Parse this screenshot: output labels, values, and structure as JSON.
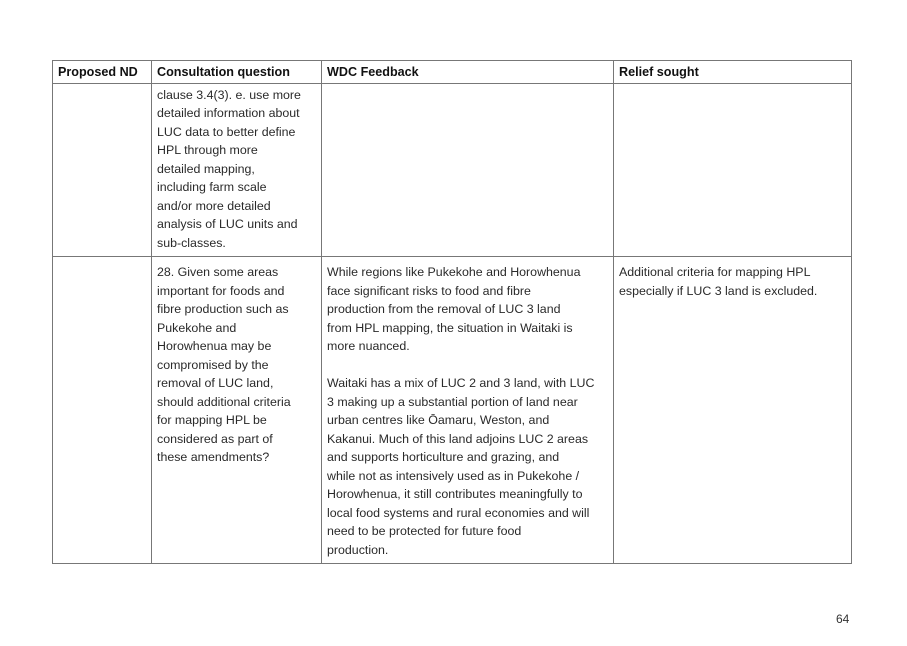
{
  "table": {
    "headers": [
      "Proposed ND",
      "Consultation question",
      "WDC Feedback",
      "Relief sought"
    ],
    "rows": [
      {
        "proposed_nd": "",
        "consultation_question": "clause 3.4(3). e. use more\ndetailed information about\nLUC data to better define\nHPL through more\ndetailed mapping,\nincluding farm scale\nand/or more detailed\nanalysis of LUC units and\nsub-classes.",
        "wdc_feedback": "",
        "relief_sought": ""
      },
      {
        "proposed_nd": "",
        "consultation_question": "28. Given some areas\nimportant for foods and\nfibre production such as\nPukekohe and\nHorowhenua may be\ncompromised by the\nremoval of LUC land,\nshould additional criteria\nfor mapping HPL be\nconsidered as part of\nthese amendments?",
        "wdc_feedback": "While regions like Pukekohe and Horowhenua\nface significant risks to food and fibre\nproduction from the removal of LUC 3 land\nfrom HPL mapping, the situation in Waitaki is\nmore nuanced.\n\nWaitaki has a mix of LUC 2 and 3 land, with LUC\n3 making up a substantial portion of land near\nurban centres like Ōamaru, Weston, and\nKakanui. Much of this land adjoins LUC 2 areas\nand supports horticulture and grazing, and\nwhile not as intensively used as in Pukekohe /\nHorowhenua, it still contributes meaningfully to\nlocal food systems and rural economies and will\nneed to be protected for future food\nproduction.",
        "relief_sought": "Additional criteria for mapping HPL\nespecially if LUC 3 land is excluded."
      }
    ]
  },
  "page_number": "64"
}
